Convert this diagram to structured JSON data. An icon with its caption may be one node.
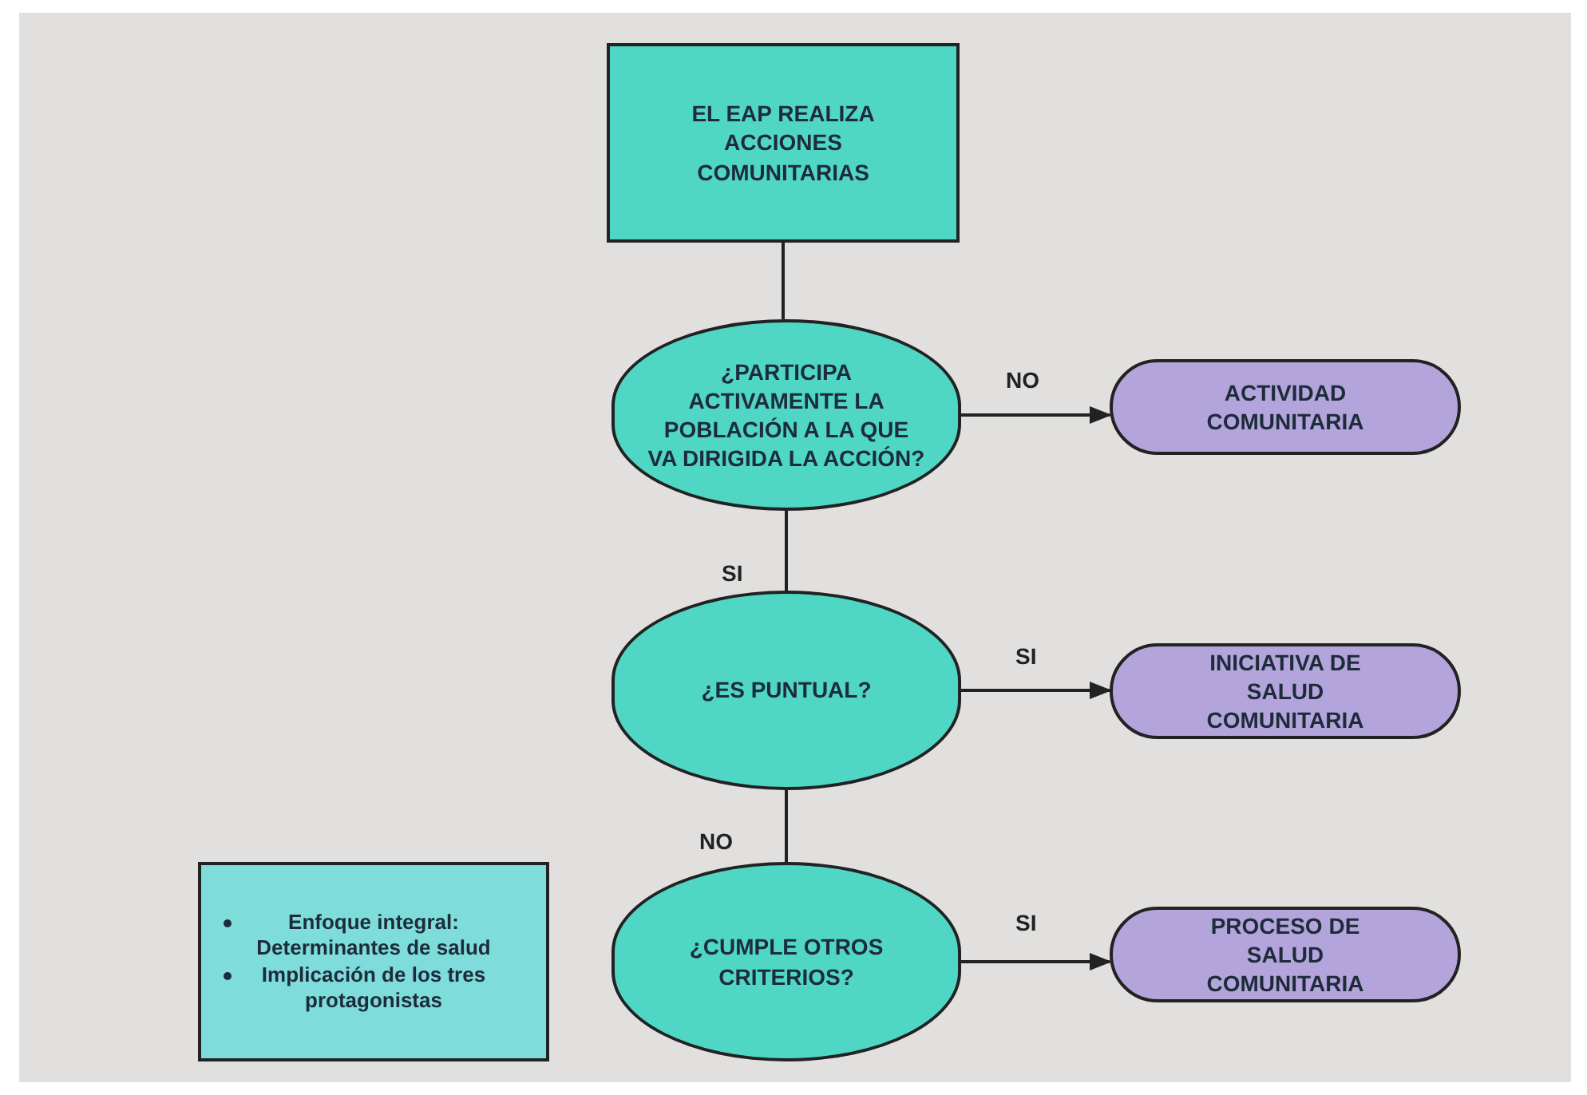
{
  "diagram": {
    "nodes": [
      {
        "text": [
          "EL EAP REALIZA ACCIONES COMUNITARIAS"
        ]
      },
      {
        "text": [
          "¿PARTICIPA ACTIVAMENTE LA POBLACIÓN A LA QUE VA DIRIGIDA LA ACCIÓN?"
        ]
      },
      {
        "text": [
          "ACTIVIDAD COMUNITARIA"
        ]
      },
      {
        "text": [
          "¿ES PUNTUAL?"
        ]
      },
      {
        "text": [
          "INICIATIVA DE SALUD COMUNITARIA"
        ]
      },
      {
        "text": [
          "¿CUMPLE OTROS CRITERIOS?"
        ]
      },
      {
        "text": [
          "PROCESO DE SALUD COMUNITARIA"
        ]
      },
      {
        "text": [
          "Enfoque integral: Determinantes de salud",
          "Implicación de los tres protagonistas"
        ]
      }
    ],
    "edges": [
      {
        "from": 0,
        "to": 1,
        "arrow": "none"
      },
      {
        "from": 1,
        "to": 2,
        "arrow": "to",
        "label": "NO"
      },
      {
        "from": 1,
        "to": 3,
        "arrow": "none",
        "label": "SI"
      },
      {
        "from": 3,
        "to": 4,
        "arrow": "to",
        "label": "SI"
      },
      {
        "from": 3,
        "to": 5,
        "arrow": "none",
        "label": "NO"
      },
      {
        "from": 5,
        "to": 6,
        "arrow": "to",
        "label": "SI"
      }
    ]
  }
}
